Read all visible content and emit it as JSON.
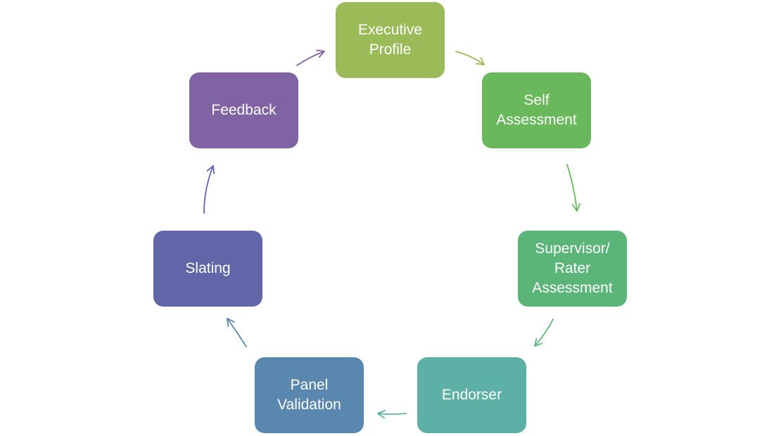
{
  "diagram": {
    "nodes": [
      {
        "id": "executive-profile",
        "label": "Executive\nProfile",
        "color": "#9bbb59"
      },
      {
        "id": "self-assessment",
        "label": "Self\nAssessment",
        "color": "#6ab85c"
      },
      {
        "id": "supervisor-rater-assessment",
        "label": "Supervisor/\nRater\nAssessment",
        "color": "#5cb578"
      },
      {
        "id": "endorser",
        "label": "Endorser",
        "color": "#5cb0a6"
      },
      {
        "id": "panel-validation",
        "label": "Panel\nValidation",
        "color": "#5a87ad"
      },
      {
        "id": "slating",
        "label": "Slating",
        "color": "#6166a8"
      },
      {
        "id": "feedback",
        "label": "Feedback",
        "color": "#8063a3"
      }
    ],
    "arrows": [
      {
        "from": "executive-profile",
        "to": "self-assessment",
        "color": "#9bbb59"
      },
      {
        "from": "self-assessment",
        "to": "supervisor-rater-assessment",
        "color": "#6ab85c"
      },
      {
        "from": "supervisor-rater-assessment",
        "to": "endorser",
        "color": "#5cb578"
      },
      {
        "from": "endorser",
        "to": "panel-validation",
        "color": "#5cb0a6"
      },
      {
        "from": "panel-validation",
        "to": "slating",
        "color": "#5a87ad"
      },
      {
        "from": "slating",
        "to": "feedback",
        "color": "#6166a8"
      },
      {
        "from": "feedback",
        "to": "executive-profile",
        "color": "#8063a3"
      }
    ]
  }
}
